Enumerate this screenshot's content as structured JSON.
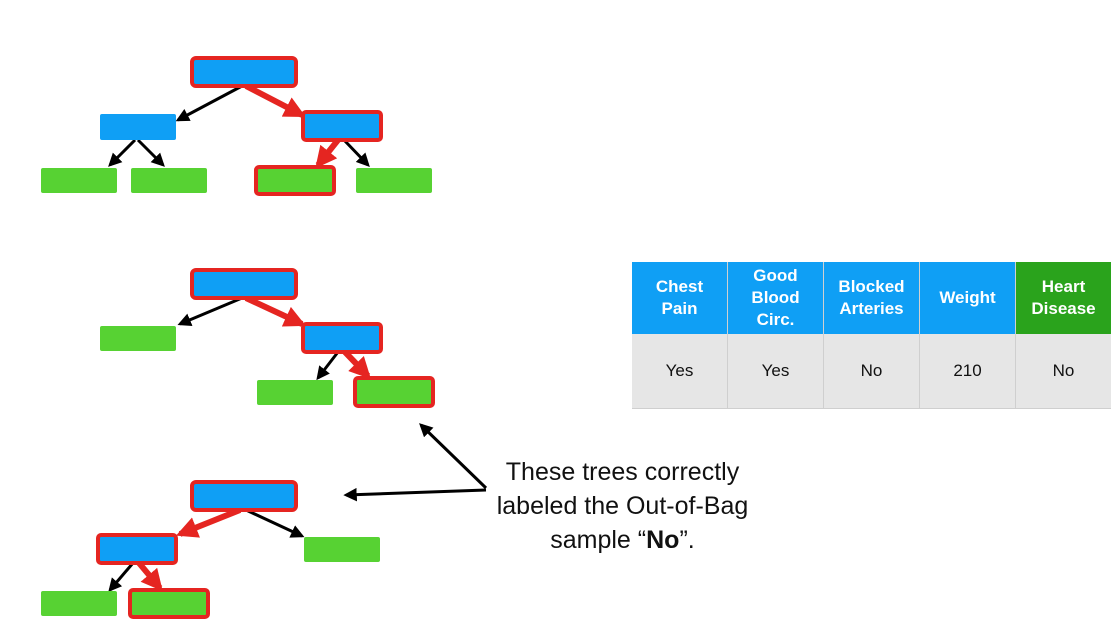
{
  "colors": {
    "decision_node": "#0f9ff5",
    "leaf_node": "#57d233",
    "path_highlight": "#e52521",
    "branch": "#000000",
    "target_header": "#2aa31c",
    "table_cell": "#e6e6e6"
  },
  "table": {
    "headers": [
      "Chest Pain",
      "Good Blood Circ.",
      "Blocked Arteries",
      "Weight",
      "Heart Disease"
    ],
    "row": [
      "Yes",
      "Yes",
      "No",
      "210",
      "No"
    ]
  },
  "caption": {
    "before": "These trees correctly labeled the Out-of-Bag sample “",
    "emphasis": "No",
    "after": "”."
  }
}
